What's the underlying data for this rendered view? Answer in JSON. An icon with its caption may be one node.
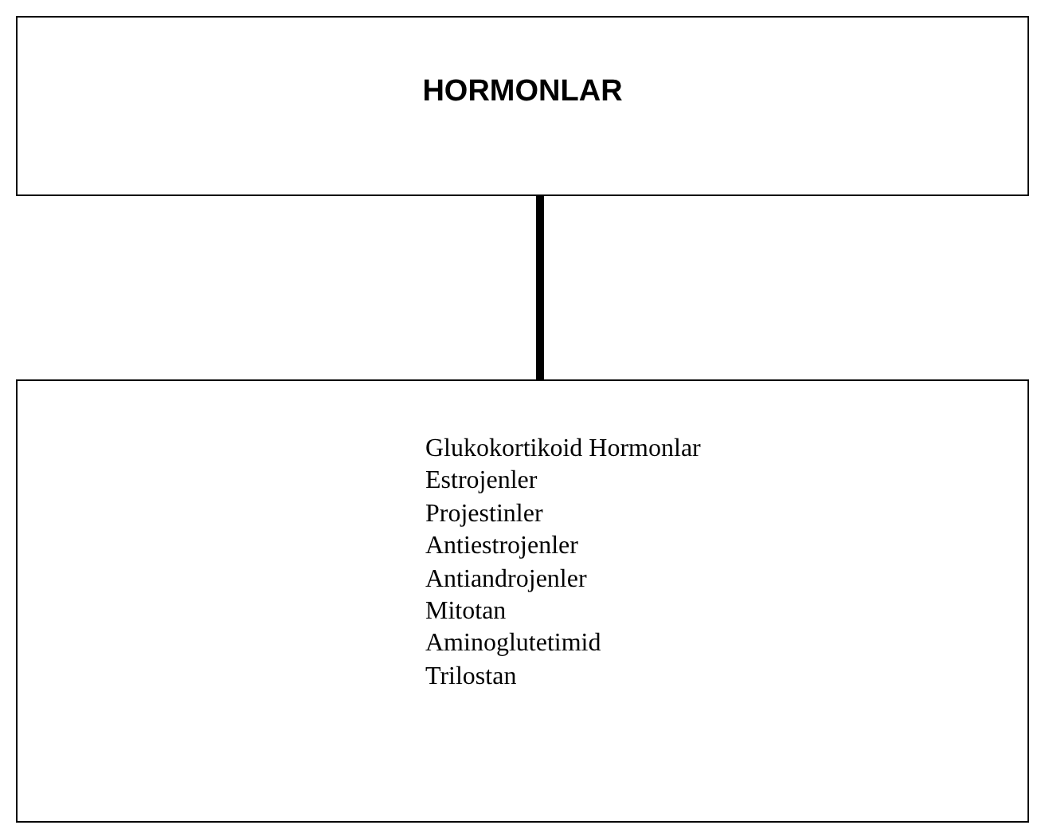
{
  "diagram": {
    "nodes": [
      {
        "text": [
          "HORMONLAR"
        ]
      },
      {
        "text": [
          "Glukokortikoid Hormonlar",
          "Estrojenler",
          "Projestinler",
          "Antiestrojenler",
          "Antiandrojenler",
          "Mitotan",
          "Aminoglutetimid",
          "Trilostan"
        ]
      }
    ],
    "edges": [
      {
        "from": 0,
        "to": 1,
        "arrow": "none"
      }
    ]
  }
}
